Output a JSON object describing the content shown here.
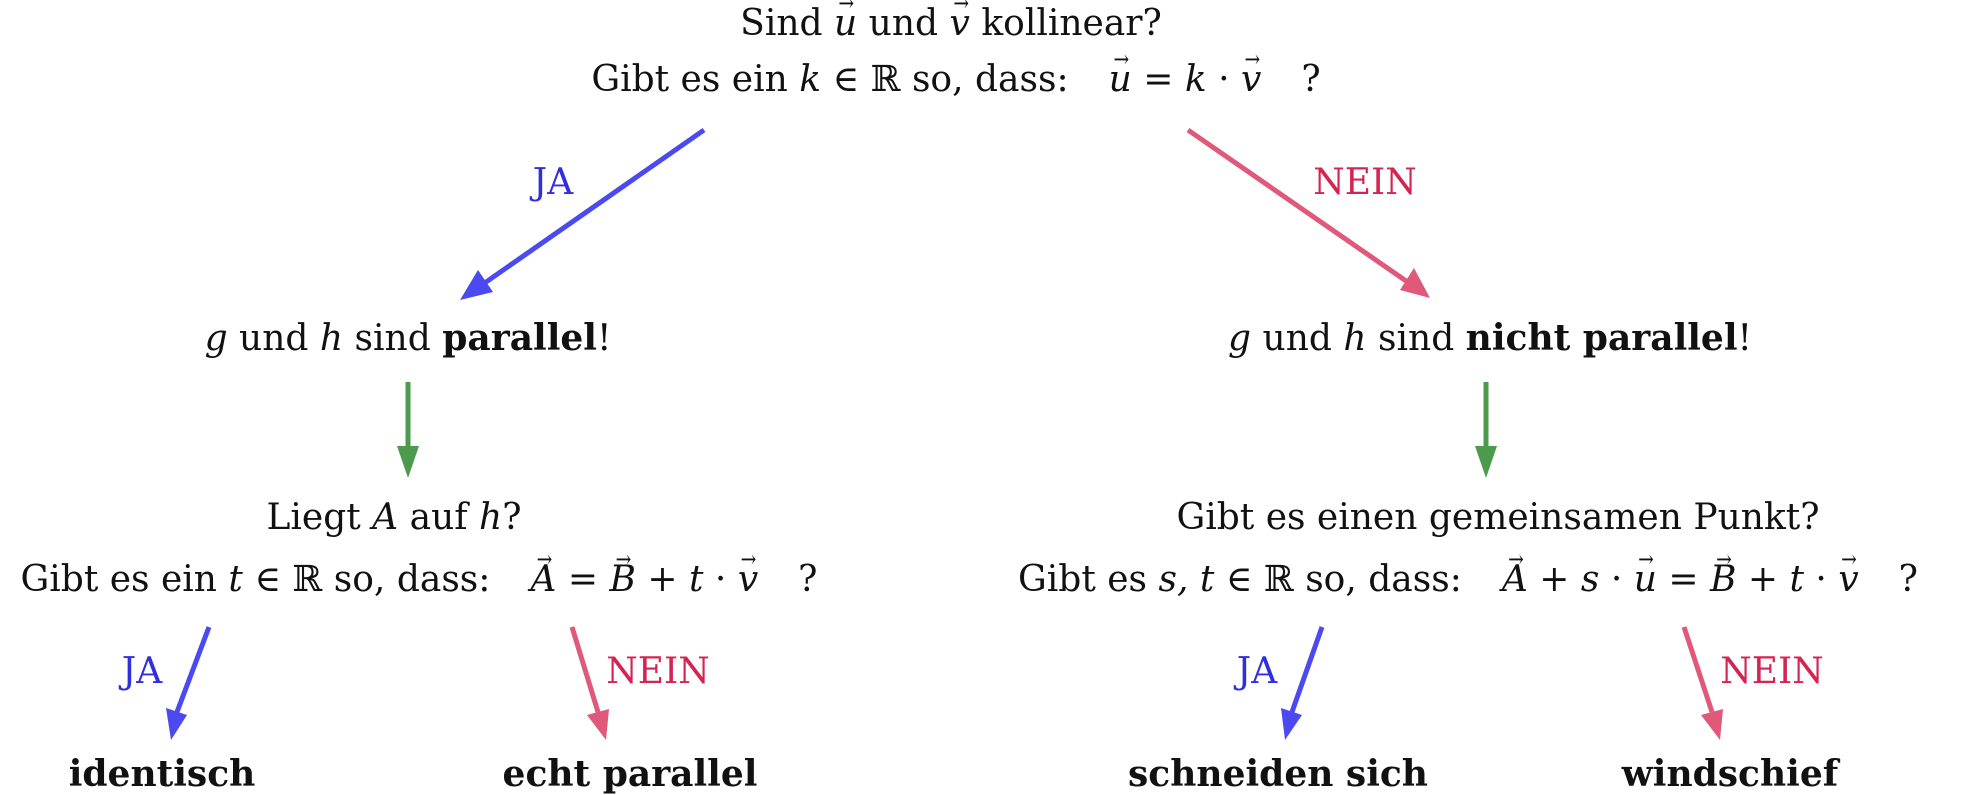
{
  "colors": {
    "yes": "#4a4af0",
    "no": "#e0587a",
    "next": "#4c9a4c",
    "yes_text": "#2f2fe0",
    "no_text": "#d42452"
  },
  "root": {
    "question": [
      "Sind ",
      "u",
      " und ",
      "v",
      " kollinear?"
    ],
    "condition": [
      "Gibt es ein ",
      "k",
      " ∈ ℝ so, dass:",
      "u",
      " = ",
      "k",
      " · ",
      "v",
      "?"
    ]
  },
  "labels": {
    "yes": "JA",
    "no": "NEIN"
  },
  "parallel_branch": {
    "result": [
      "g",
      " und ",
      "h",
      " sind ",
      "parallel",
      "!"
    ],
    "question": [
      "Liegt ",
      "A",
      " auf ",
      "h",
      "?"
    ],
    "condition": [
      "Gibt es ein ",
      "t",
      " ∈ ℝ so, dass:",
      "A",
      " = ",
      "B",
      " + ",
      "t",
      " · ",
      "v",
      "?"
    ],
    "outcome_yes": "identisch",
    "outcome_no": "echt parallel"
  },
  "nonparallel_branch": {
    "result": [
      "g",
      " und ",
      "h",
      " sind ",
      "nicht parallel",
      "!"
    ],
    "question": "Gibt es einen gemeinsamen Punkt?",
    "condition": [
      "Gibt es ",
      "s, t",
      " ∈ ℝ so, dass:",
      "A",
      " + ",
      "s",
      " · ",
      "u",
      " = ",
      "B",
      " + ",
      "t",
      " · ",
      "v",
      "?"
    ],
    "outcome_yes": "schneiden sich",
    "outcome_no": "windschief"
  }
}
